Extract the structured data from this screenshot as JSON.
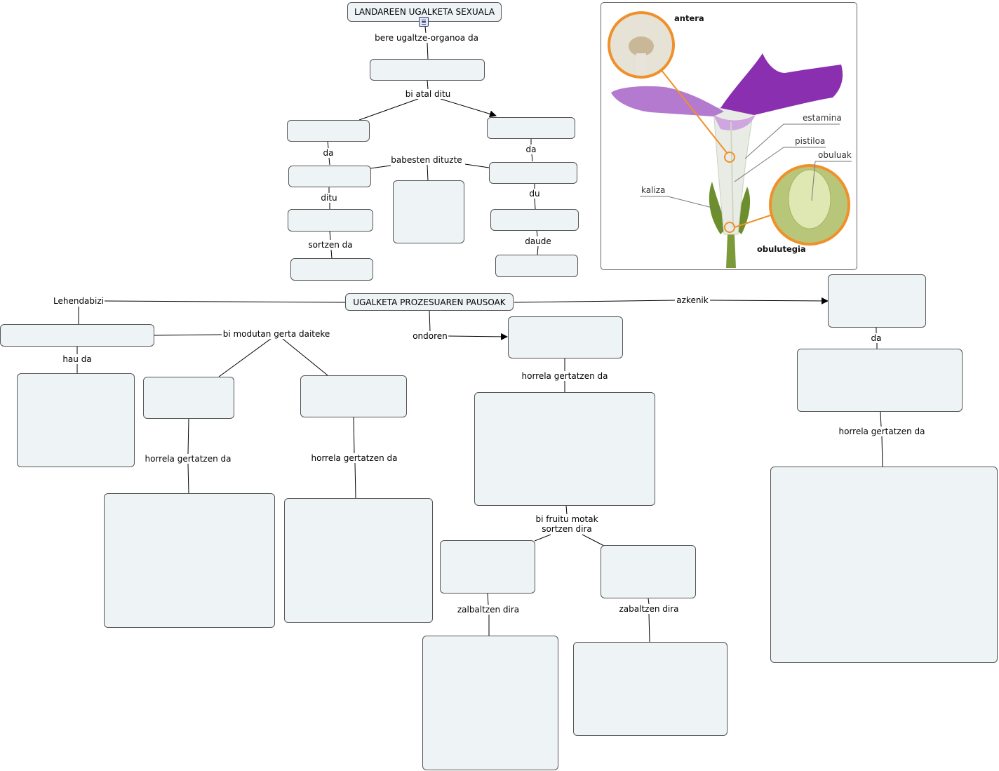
{
  "nodes": {
    "title": "LANDAREEN UGALKETA SEXUALA",
    "process": "UGALKETA PROZESUAREN PAUSOAK"
  },
  "links": {
    "bere_ugaltze": "bere ugaltze-organoa da",
    "bi_atal": "bi atal ditu",
    "da_left": "da",
    "da_right": "da",
    "babesten": "babesten dituzte",
    "ditu": "ditu",
    "du": "du",
    "sortzen": "sortzen da",
    "daude": "daude",
    "lehendabizi": "Lehendabizi",
    "azkenik": "azkenik",
    "ondoren": "ondoren",
    "bi_modutan": "bi modutan gerta daiteke",
    "hau_da": "hau da",
    "horrela_1": "horrela gertatzen da",
    "horrela_2": "horrela gertatzen da",
    "horrela_3": "horrela gertatzen da",
    "horrela_4": "horrela gertatzen da",
    "da_far": "da",
    "bi_fruitu_1": "bi fruitu motak",
    "bi_fruitu_2": "sortzen dira",
    "zalbaltzen": "zalbaltzen dira",
    "zabaltzen": "zabaltzen dira"
  },
  "picture": {
    "antera": "antera",
    "estamina": "estamina",
    "pistiloa": "pistiloa",
    "obuluak": "obuluak",
    "kaliza": "kaliza",
    "obulutegia": "obulutegia"
  },
  "colors": {
    "node_fill": "#eef3f5",
    "node_border": "#555555",
    "petal_purple": "#8a2fb0",
    "callout_orange": "#f0902a"
  },
  "icons": [
    "document-icon",
    "arrowhead"
  ]
}
